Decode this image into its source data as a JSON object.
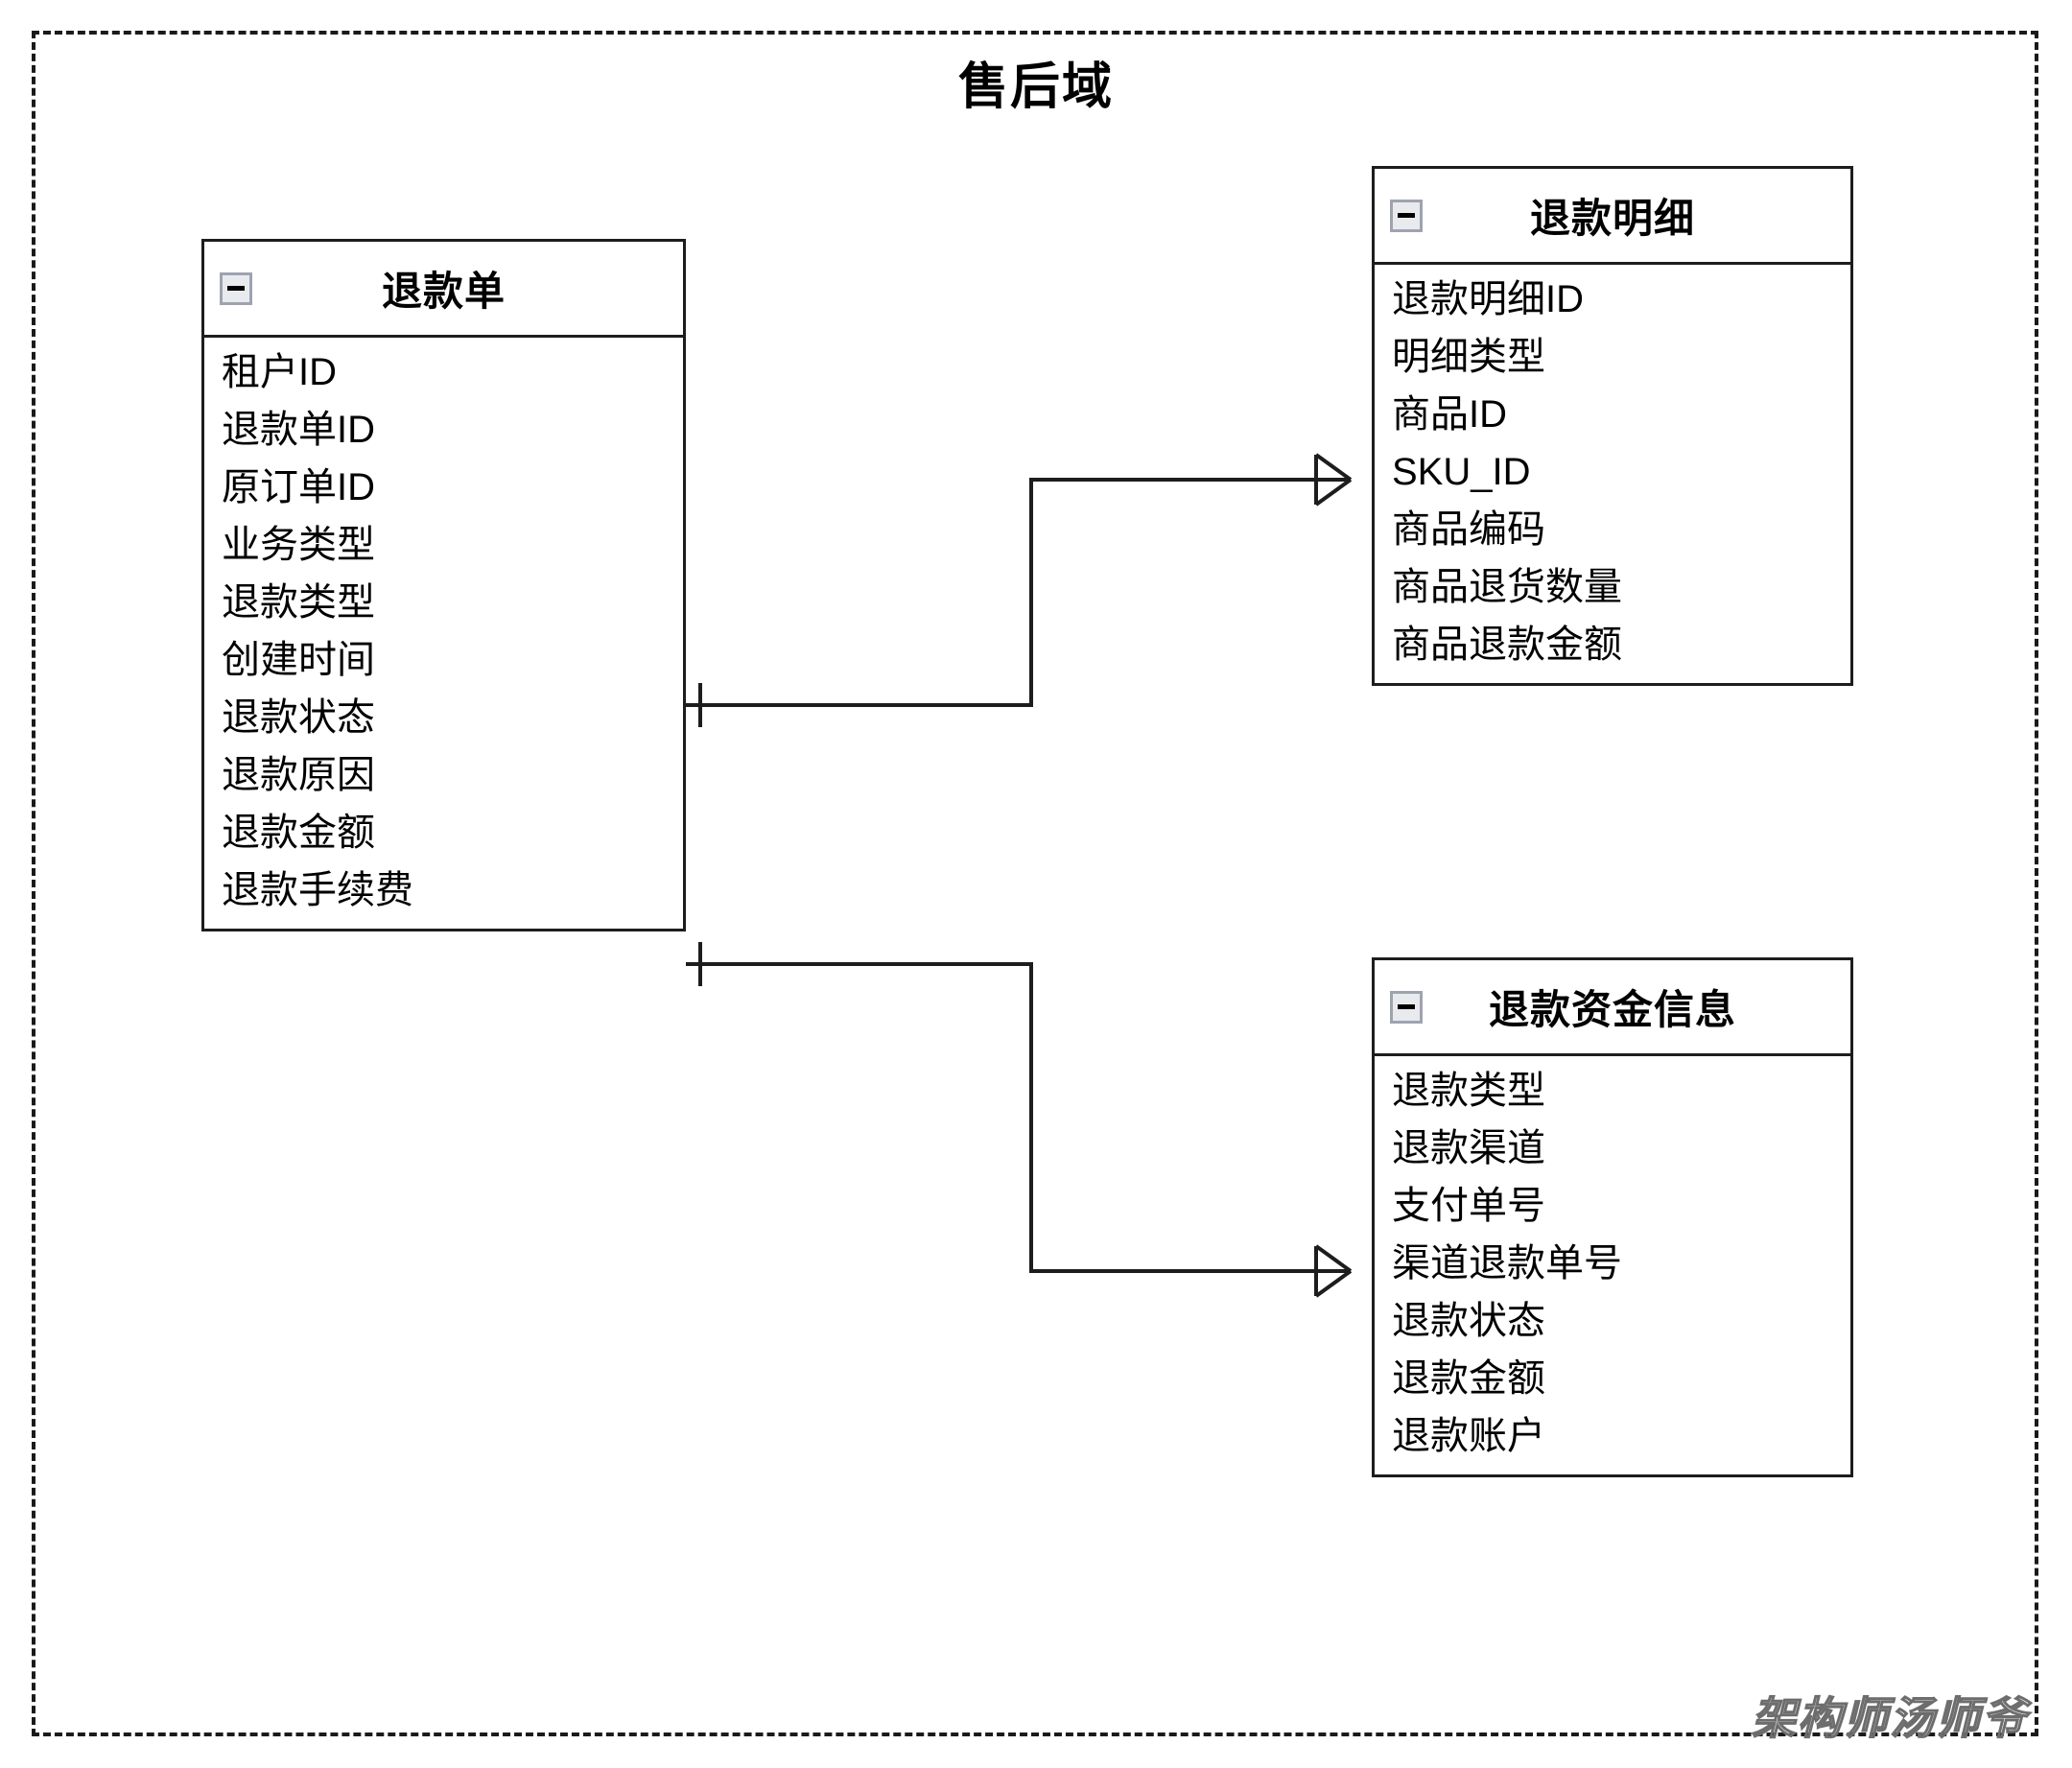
{
  "diagram": {
    "title": "售后域",
    "watermark": "架构师汤师爷",
    "boundary_style": "dashed",
    "colors": {
      "border": "#1d1d1d",
      "background": "#ffffff",
      "collapse_icon_border": "#9ea3b0",
      "collapse_icon_fill": "#e9eaee"
    }
  },
  "entities": [
    {
      "id": "refund-order",
      "name": "退款单",
      "collapse_icon": "minus-icon",
      "fields": [
        "租户ID",
        "退款单ID",
        "原订单ID",
        "业务类型",
        "退款类型",
        "创建时间",
        "退款状态",
        "退款原因",
        "退款金额",
        "退款手续费"
      ]
    },
    {
      "id": "refund-detail",
      "name": "退款明细",
      "collapse_icon": "minus-icon",
      "fields": [
        "退款明细ID",
        "明细类型",
        "商品ID",
        "SKU_ID",
        "商品编码",
        "商品退货数量",
        "商品退款金额"
      ]
    },
    {
      "id": "refund-fund-info",
      "name": "退款资金信息",
      "collapse_icon": "minus-icon",
      "fields": [
        "退款类型",
        "退款渠道",
        "支付单号",
        "渠道退款单号",
        "退款状态",
        "退款金额",
        "退款账户"
      ]
    }
  ],
  "relationships": [
    {
      "id": "rel-order-detail",
      "from": "退款单",
      "to": "退款明细",
      "from_cardinality": "one",
      "to_cardinality": "many"
    },
    {
      "id": "rel-order-fund",
      "from": "退款单",
      "to": "退款资金信息",
      "from_cardinality": "one",
      "to_cardinality": "many"
    }
  ]
}
